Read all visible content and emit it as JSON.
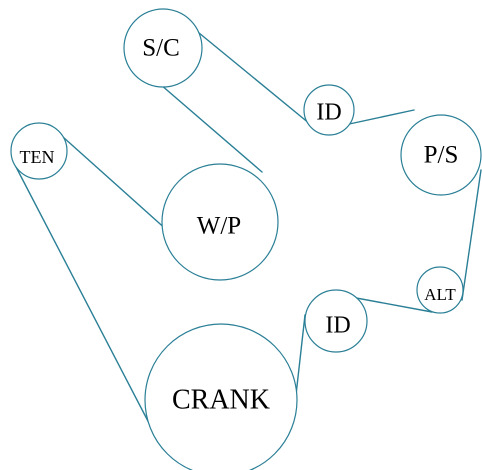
{
  "colors": {
    "belt": "#2a7f96",
    "pulley_outline": "#2a7f96",
    "label": "#000000",
    "background": "#ffffff"
  },
  "pulleys": [
    {
      "id": "sc",
      "label": "S/C"
    },
    {
      "id": "id-top",
      "label": "ID"
    },
    {
      "id": "ps",
      "label": "P/S"
    },
    {
      "id": "alt",
      "label": "ALT"
    },
    {
      "id": "id-bottom",
      "label": "ID"
    },
    {
      "id": "crank",
      "label": "CRANK"
    },
    {
      "id": "ten",
      "label": "TEN"
    },
    {
      "id": "wp",
      "label": "W/P"
    }
  ]
}
